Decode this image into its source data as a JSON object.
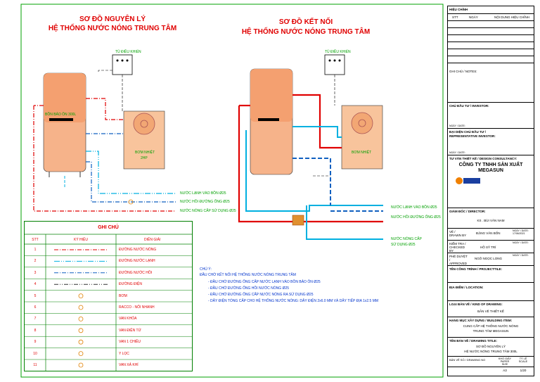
{
  "diagram_left": {
    "title_1": "SƠ ĐỒ NGUYÊN LÝ",
    "title_2": "HỆ THỐNG NƯỚC NÓNG TRUNG TÂM",
    "controller": "TỦ ĐIỀU KHIỂN",
    "tank": "BỒN BẢO ÔN 300L",
    "pump_unit_1": "BƠM NHIỆT",
    "pump_unit_2": "2HP"
  },
  "diagram_right": {
    "title_1": "SƠ ĐỒ KẾT NỐI",
    "title_2": "HỆ THỐNG NƯỚC NÓNG TRUNG TÂM",
    "controller": "TỦ ĐIỀU KHIỂN",
    "pump_unit": "BƠM NHIỆT"
  },
  "pipe_outlets": {
    "cold_in": "NƯỚC LẠNH VÀO BỒN Ø25",
    "return": "NƯỚC HỒI ĐƯỜNG ỐNG Ø25",
    "hot_supply_1": "NƯỚC NÓNG CẤP SỬ DỤNG Ø25",
    "hot_supply_r1": "NƯỚC NÓNG CẤP",
    "hot_supply_r2": "SỬ DỤNG Ø25"
  },
  "legend": {
    "title": "GHI CHÚ",
    "headers": [
      "STT",
      "KÝ HIỆU",
      "DIỄN GIẢI"
    ],
    "rows": [
      {
        "stt": "1",
        "desc": "ĐƯỜNG NƯỚC NÓNG"
      },
      {
        "stt": "2",
        "desc": "ĐƯỜNG NƯỚC LẠNH"
      },
      {
        "stt": "3",
        "desc": "ĐƯỜNG NƯỚC HỒI"
      },
      {
        "stt": "4",
        "desc": "ĐƯỜNG ĐIỆN"
      },
      {
        "stt": "5",
        "desc": "BƠM"
      },
      {
        "stt": "6",
        "desc": "RACCO - NỐI NHANH"
      },
      {
        "stt": "7",
        "desc": "VAN KHÓA"
      },
      {
        "stt": "8",
        "desc": "VAN ĐIỆN TỪ"
      },
      {
        "stt": "9",
        "desc": "VAN 1 CHIỀU"
      },
      {
        "stt": "10",
        "desc": "Y LỌC"
      },
      {
        "stt": "11",
        "desc": "VAN XẢ KHÍ"
      }
    ]
  },
  "notes": {
    "title": "CHÚ Ý:",
    "lines": [
      "ĐẦU CHỜ KẾT NỐI HỆ THỐNG NƯỚC NÓNG TRUNG TÂM",
      "- ĐẦU CHỜ ĐƯỜNG ỐNG CẤP NƯỚC LẠNH VÀO BỒN BẢO ÔN Ø25",
      "- ĐẦU CHỜ ĐƯỜNG ỐNG HỒI NƯỚC NÓNG Ø25",
      "- ĐẦU CHỜ ĐƯỜNG ỐNG CẤP NƯỚC NÓNG RA SỬ DỤNG Ø25",
      "- DÂY ĐIỆN TỔNG CẤP CHO HỆ THỐNG NƯỚC NÓNG: DÂY ĐIỆN 2x6.0 MM VÀ DÂY TIẾP ĐỊA 1x2.5 MM"
    ]
  },
  "title_block": {
    "revision": "HIỆU CHỈNH",
    "rev_headers": [
      "STT",
      "NGÀY",
      "NỘI DUNG HIỆU CHỈNH"
    ],
    "notes": "GHI CHÚ / NOTES:",
    "investor": "CHỦ ĐẦU TƯ / INVESTOR:",
    "date_1": "NGÀY / DATE:",
    "rep_1": "ĐẠI DIỆN CHỦ ĐẦU TƯ /",
    "rep_2": "REPRESENTATIVE INVESTOR:",
    "date_2": "NGÀY / DATE:",
    "consultancy": "TƯ VẤN THIẾT KẾ / DESIGN CONSULTANCY:",
    "company_1": "CÔNG TY TNHH SẢN XUẤT",
    "company_2": "MEGASUN",
    "director": "GIÁM ĐỐC / DIRECTOR:",
    "director_name": "KS . BÙI VĂN NAM",
    "drawn_by": "VẼ / DRAWN BY",
    "drawn_name": "ĐẶNG VĂN BỐN",
    "drawn_date": "NGÀY / DATE: 17/06/2021",
    "checked_by": "KIỂM TRA / CHECKED BY",
    "checked_name": "HỒ SỸ TRÍ",
    "checked_date": "NGÀY / DATE:",
    "approved_by": "PHÊ DUYỆT / APPROVED",
    "approved_name": "NGÔ NGỌC LONG",
    "approved_date": "NGÀY / DATE:",
    "project": "TÊN CÔNG TRÌNH / PROJECTTILE:",
    "location": "ĐỊA ĐIỂM / LOCATION:",
    "kind": "LOẠI BẢN VẼ / KIND OF DRAWING:",
    "kind_value": "BẢN VẼ THIẾT KẾ",
    "building": "HẠNG MỤC XÂY DỰNG / BUILDING ITEM:",
    "building_1": "CUNG CẤP HỆ THỐNG NƯỚC NÓNG",
    "building_2": "TRUNG TÂM MEGASUN",
    "drawing_title": "TÊN BẢN VẼ / DRAWING TITLE:",
    "dt_1": "SƠ ĐỒ NGUYÊN LÝ",
    "dt_2": "HỆ NƯỚC NÓNG TRUNG TÂM 300L",
    "drawing_no": "BẢN VẼ SỐ / DRAWING NO",
    "paper_size": "KHỔ GIẤY PAPER SIZE",
    "scale": "TỶ LỆ SCALE",
    "paper_value": "A3",
    "scale_value": "1/20"
  },
  "colors": {
    "frame": "#00a000",
    "hot": "#e00000",
    "cold": "#00b0e0",
    "return": "#1060c0",
    "title": "#e00000"
  }
}
